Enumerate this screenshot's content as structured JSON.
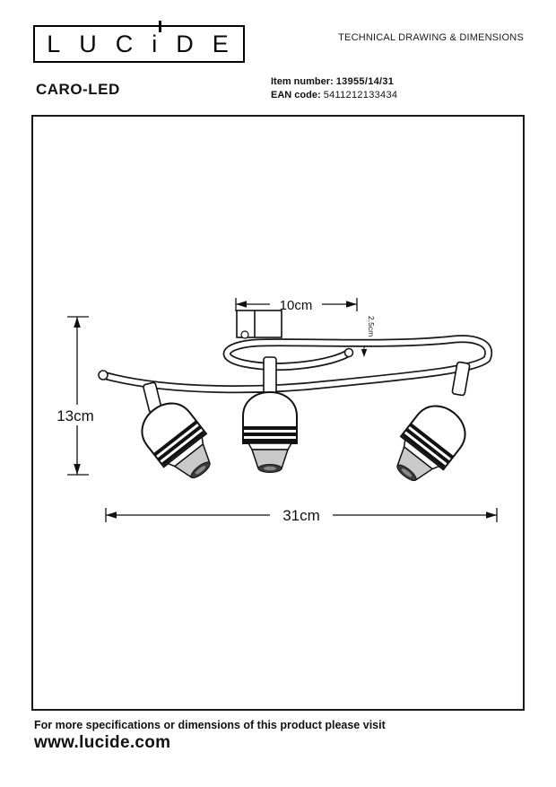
{
  "header": {
    "logo_text": "LUCiDE",
    "doc_type": "TECHNICAL DRAWING & DIMENSIONS"
  },
  "product": {
    "name": "CARO-LED",
    "item_number_label": "Item number:",
    "item_number": "13955/14/31",
    "ean_label": "EAN code:",
    "ean_code": "5411212133434"
  },
  "drawing": {
    "dimensions": {
      "top_width": "10cm",
      "canopy_height": "2.5cm",
      "height": "13cm",
      "total_width": "31cm"
    }
  },
  "footer": {
    "note": "For more specifications or dimensions of this product please visit",
    "website": "www.lucide.com"
  }
}
